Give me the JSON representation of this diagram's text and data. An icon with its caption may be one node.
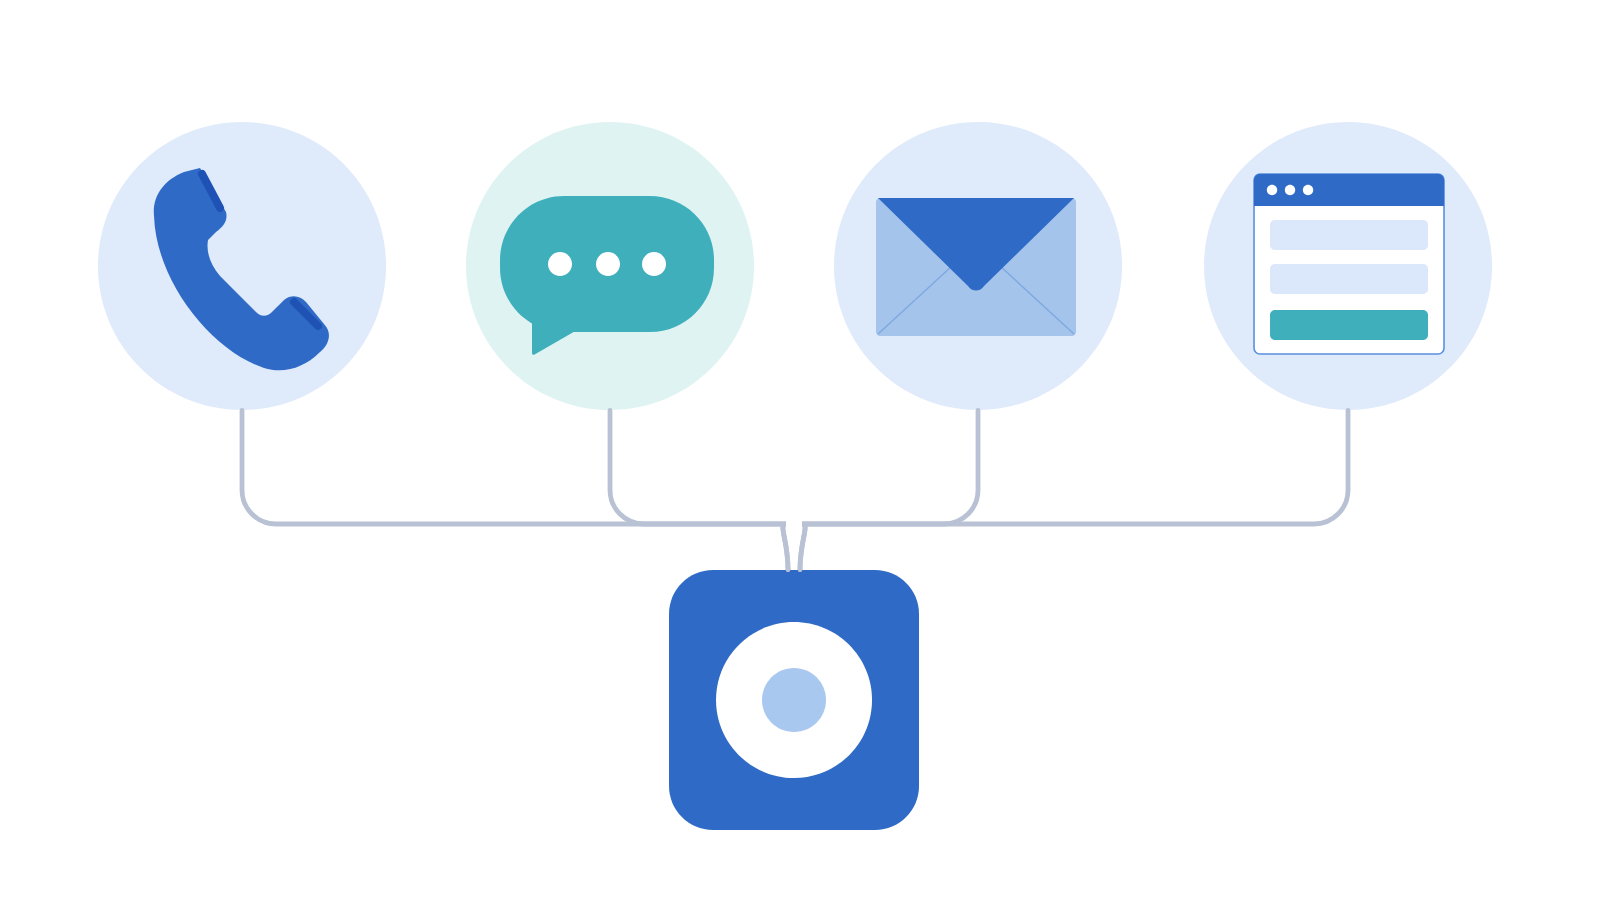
{
  "diagram": {
    "nodes": [
      {
        "text": [],
        "shape": "circle"
      },
      {
        "text": [],
        "shape": "circle"
      },
      {
        "text": [],
        "shape": "circle"
      },
      {
        "text": [],
        "shape": "circle"
      },
      {
        "text": [],
        "shape": "box"
      }
    ],
    "edges": [
      {
        "from": 0,
        "to": 4,
        "arrow": "none"
      },
      {
        "from": 1,
        "to": 4,
        "arrow": "none"
      },
      {
        "from": 2,
        "to": 4,
        "arrow": "none"
      },
      {
        "from": 3,
        "to": 4,
        "arrow": "none"
      }
    ]
  }
}
